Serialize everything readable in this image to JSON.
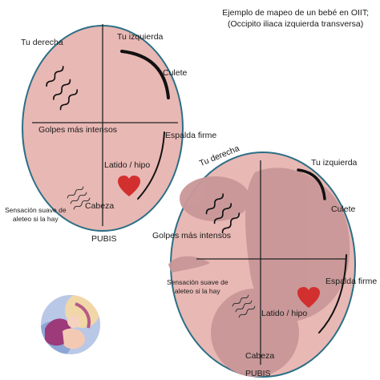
{
  "title": {
    "line1": "Ejemplo de mapeo de un bebé en OIIT;",
    "line2": "(Occipito iliaca izquierda transversa)"
  },
  "diagram_left": {
    "tu_derecha": "Tu derecha",
    "tu_izquierda": "Tu izquierda",
    "culete": "Culete",
    "golpes": "Golpes más intensos",
    "espalda": "Espalda firme",
    "latido": "Latido / hipo",
    "cabeza": "Cabeza",
    "pubis": "PUBIS",
    "sensacion_line1": "Sensación suave de",
    "sensacion_line2": "aleteo si la hay"
  },
  "diagram_right": {
    "tu_derecha": "Tu derecha",
    "tu_izquierda": "Tu izquierda",
    "culete": "Culete",
    "golpes": "Golpes más intensos",
    "espalda": "Espalda firme",
    "latido": "Latido / hipo",
    "cabeza": "Cabeza",
    "pubis": "PUBIS",
    "sensacion_line1": "Sensación suave de",
    "sensacion_line2": "aleteo si la hay"
  },
  "colors": {
    "belly_fill": "#e8b8b4",
    "belly_stroke": "#2c6f86",
    "baby_fill": "#c99798",
    "heart": "#d2302f"
  },
  "icons": {
    "heart": "heart-icon",
    "wavy": "wavy-lines-icon",
    "logo": "mothers-logo-icon"
  }
}
